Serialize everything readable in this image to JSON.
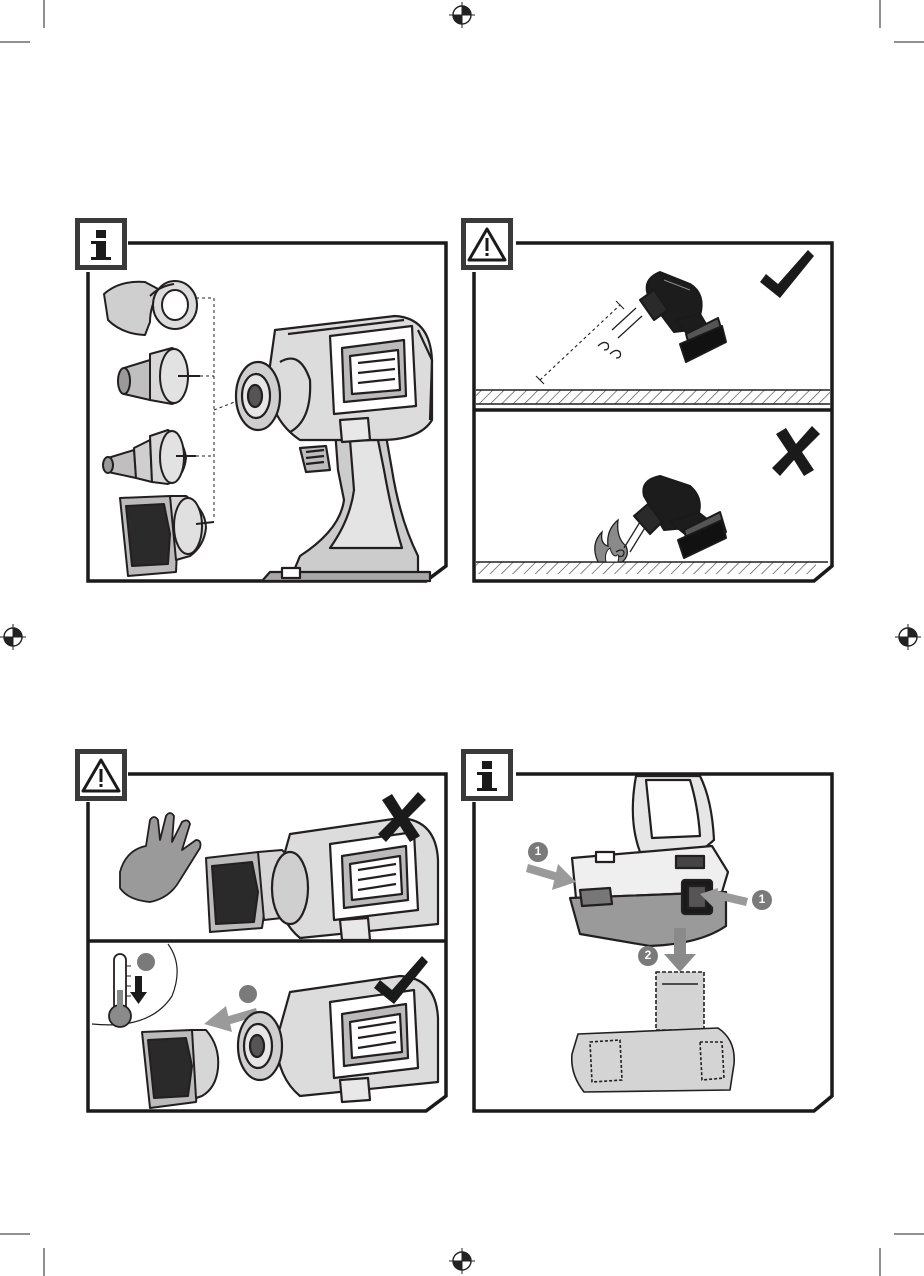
{
  "colors": {
    "ink": "#231f20",
    "frame": "#1a1a1a",
    "badge": "#3a3a3a",
    "tool_gray": "#cfcfcf",
    "glove_gray": "#9a9a9a",
    "battery_gray": "#d4d4d4",
    "step_marker": "#7a7a7a"
  },
  "panels": [
    {
      "id": "info-accessories",
      "icon": "info-icon"
    },
    {
      "id": "warning-surface",
      "icon": "warning-icon",
      "marks": [
        "check-mark",
        "cross-mark"
      ]
    },
    {
      "id": "warning-hot-nozzle",
      "icon": "warning-icon",
      "marks": [
        "cross-mark",
        "check-mark"
      ]
    },
    {
      "id": "info-battery",
      "icon": "info-icon"
    }
  ],
  "battery_panel": {
    "step_1_label": "1",
    "step_2_label": "2"
  }
}
